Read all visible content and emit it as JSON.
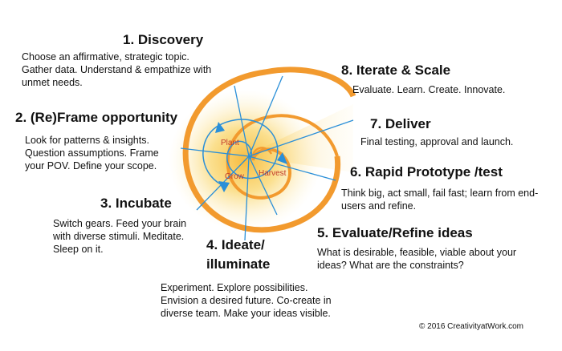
{
  "steps": [
    {
      "title": "1. Discovery",
      "desc": "Choose an affirmative, strategic topic. Gather data. Understand & empathize with unmet needs."
    },
    {
      "title": "2. (Re)Frame opportunity",
      "desc": "Look for patterns & insights. Question assumptions. Frame your POV. Define your scope."
    },
    {
      "title": "3. Incubate",
      "desc": "Switch gears. Feed your brain with diverse stimuli. Meditate. Sleep on it."
    },
    {
      "title": "4. Ideate/ illuminate",
      "desc": "Experiment. Explore possibilities. Envision a desired future. Co-create in diverse team. Make your ideas visible."
    },
    {
      "title": "5. Evaluate/Refine ideas",
      "desc": "What is desirable, feasible, viable about your ideas? What are the constraints?"
    },
    {
      "title": "6. Rapid Prototype /test",
      "desc": "Think big, act small, fail fast; learn from end-users and refine."
    },
    {
      "title": "7. Deliver",
      "desc": "Final testing, approval and launch."
    },
    {
      "title": "8. Iterate & Scale",
      "desc": "Evaluate. Learn. Create. Innovate."
    }
  ],
  "spiral": {
    "plant": "Plant",
    "grow": "Grow",
    "harvest": "Harvest"
  },
  "colors": {
    "spiral_orange": "#f29a2e",
    "glow": "#f7c948",
    "line_blue": "#2a8fd8",
    "inner_label": "#c0392b"
  },
  "copyright": "© 2016 CreativityatWork.com"
}
